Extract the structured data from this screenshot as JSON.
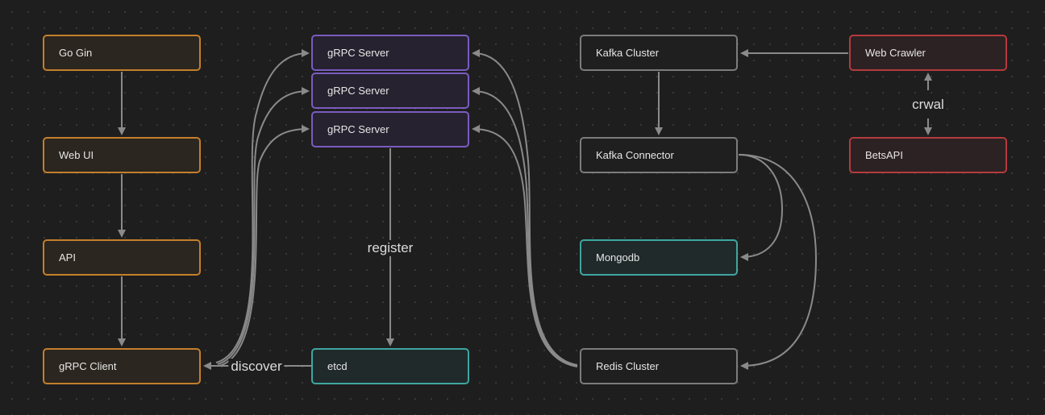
{
  "nodes": {
    "go_gin": "Go Gin",
    "web_ui": "Web UI",
    "api": "API",
    "grpc_client": "gRPC Client",
    "grpc_server_1": "gRPC Server",
    "grpc_server_2": "gRPC Server",
    "grpc_server_3": "gRPC Server",
    "etcd": "etcd",
    "kafka_cluster": "Kafka Cluster",
    "kafka_connector": "Kafka Connector",
    "mongodb": "Mongodb",
    "redis_cluster": "Redis Cluster",
    "web_crawler": "Web Crawler",
    "betsapi": "BetsAPI"
  },
  "edge_labels": {
    "register": "register",
    "discover": "discover",
    "crwal": "crwal"
  },
  "colors": {
    "orange": "#c47f2c",
    "purple": "#7a5cc0",
    "gray": "#7c7c7c",
    "red": "#b53a3e",
    "teal": "#3fa6a0",
    "edge": "#8a8a8a",
    "background": "#1e1e1e"
  }
}
